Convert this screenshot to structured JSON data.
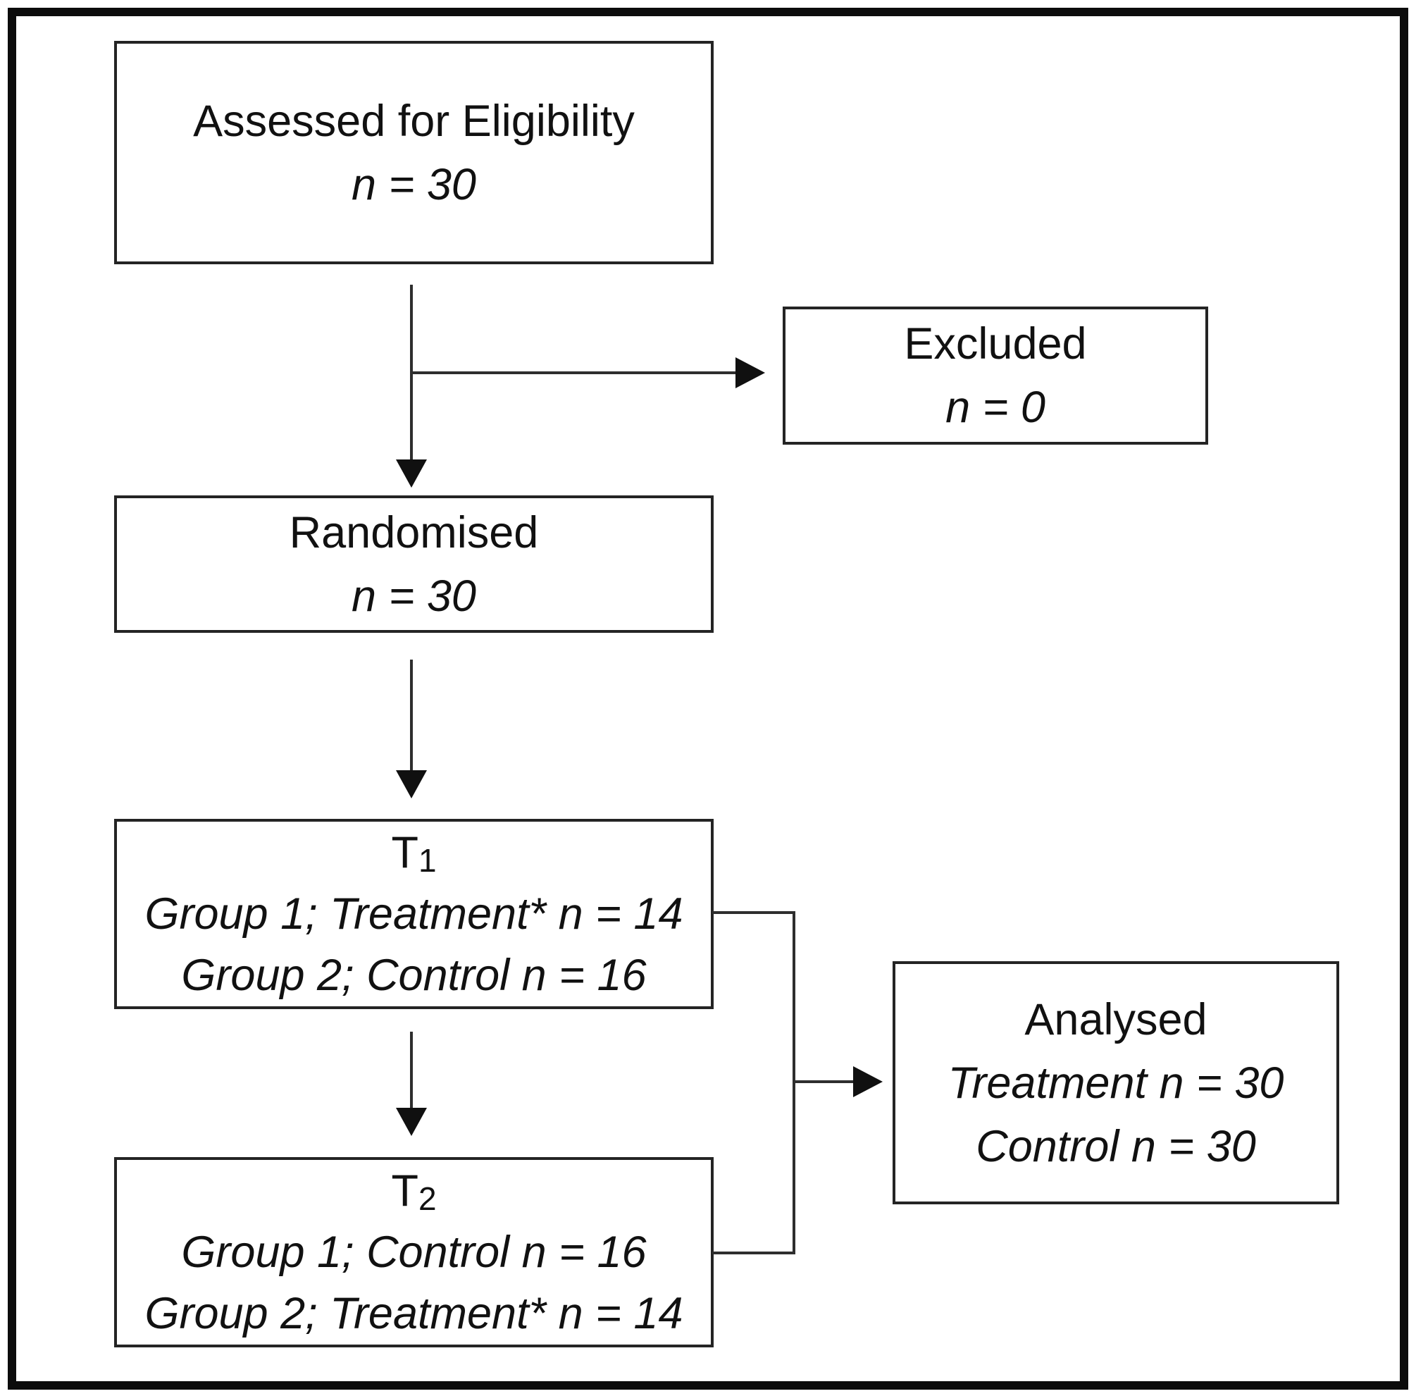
{
  "figure": {
    "type": "consort-flow-diagram",
    "colors": {
      "background": "#ffffff",
      "ink": "#111111",
      "box_border": "#242424",
      "connector": "#2e2e2e",
      "outer_border": "#0c0c0c"
    },
    "boxes": {
      "assessed": {
        "title": "Assessed for Eligibility",
        "stat": "n = 30"
      },
      "excluded": {
        "title": "Excluded",
        "stat": "n = 0"
      },
      "randomised": {
        "title": "Randomised",
        "stat": "n = 30"
      },
      "t1": {
        "title_base": "T",
        "title_sub": "1",
        "group1": "Group 1; Treatment* n = 14",
        "group2": "Group 2; Control n = 16"
      },
      "t2": {
        "title_base": "T",
        "title_sub": "2",
        "group1": "Group 1; Control n = 16",
        "group2": "Group 2; Treatment* n = 14"
      },
      "analysed": {
        "title": "Analysed",
        "line1": "Treatment n = 30",
        "line2": "Control n = 30"
      }
    }
  }
}
